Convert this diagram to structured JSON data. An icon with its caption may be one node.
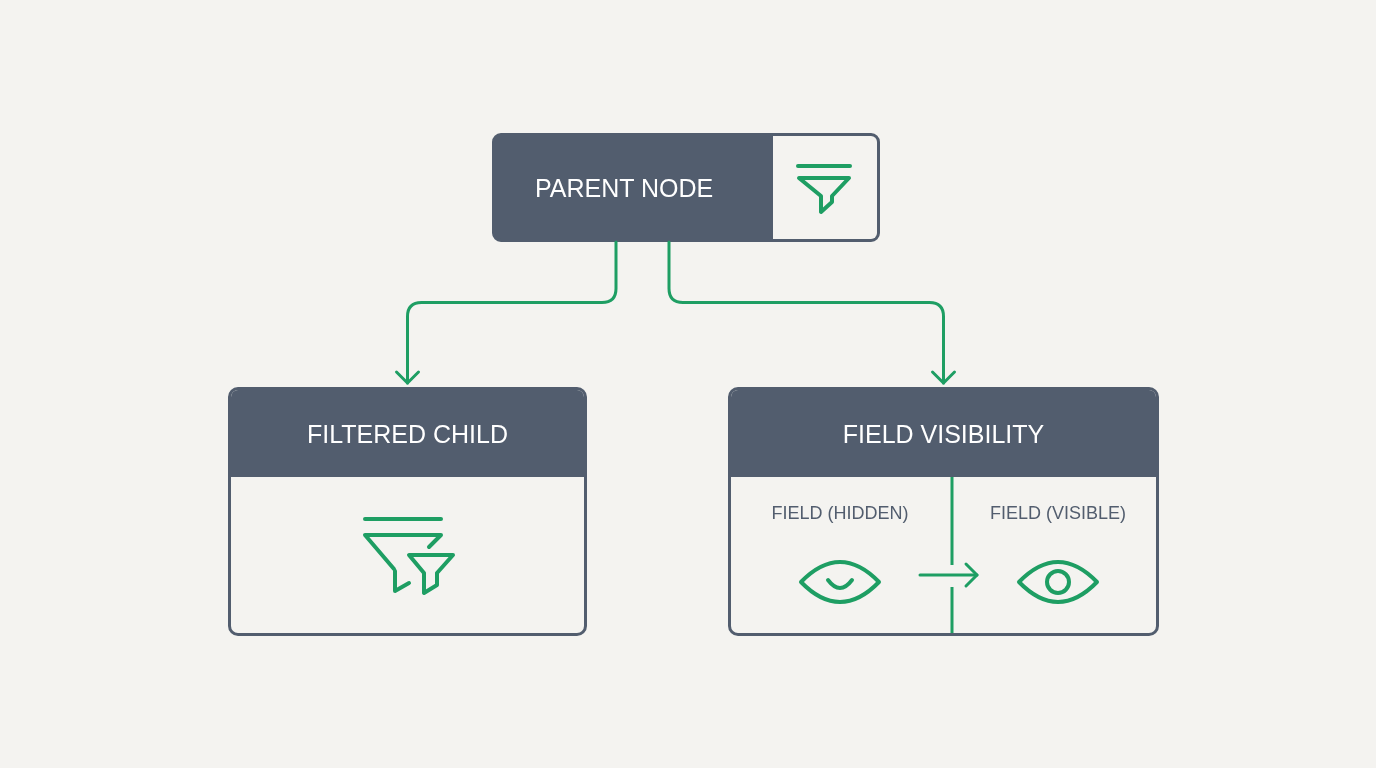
{
  "diagram": {
    "nodes": [
      {
        "text": [
          "PARENT NODE"
        ]
      },
      {
        "text": [
          "FILTERED CHILD"
        ]
      },
      {
        "text": [
          "FIELD VISIBILITY"
        ]
      },
      {
        "text": [
          "FIELD (HIDDEN)"
        ],
        "in": 2
      },
      {
        "text": [
          "FIELD (VISIBLE)"
        ],
        "in": 2
      }
    ],
    "edges": [
      {
        "from": 0,
        "to": 1,
        "arrow": "to"
      },
      {
        "from": 0,
        "to": 2,
        "arrow": "to"
      },
      {
        "from": 3,
        "to": 4,
        "arrow": "to"
      }
    ]
  }
}
